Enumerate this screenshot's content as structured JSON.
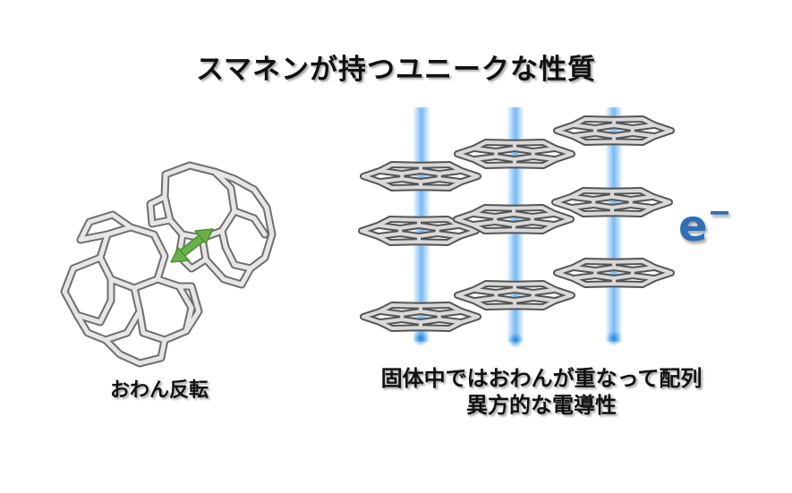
{
  "title": "スマネンが持つユニークな性質",
  "left_caption": "おわん反転",
  "right_caption": {
    "line1": "固体中ではおわんが重なって配列",
    "line2": "異方的な電導性"
  },
  "electron": {
    "symbol": "e",
    "charge": "−"
  },
  "colors": {
    "arrow": "#6ab04c",
    "conduction_glow": "#4aa3f0",
    "electron_text": "#2f6fb6"
  }
}
